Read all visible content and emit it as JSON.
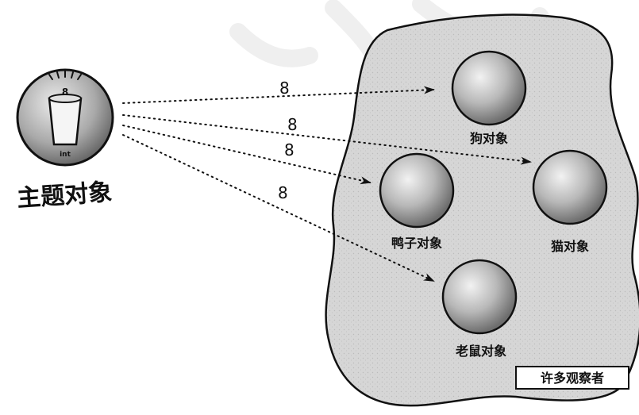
{
  "subject": {
    "label": "主题对象",
    "value": "8",
    "type_label": "int"
  },
  "observers": [
    {
      "id": "dog",
      "label": "狗对象"
    },
    {
      "id": "cat",
      "label": "猫对象"
    },
    {
      "id": "duck",
      "label": "鸭子对象"
    },
    {
      "id": "mouse",
      "label": "老鼠对象"
    }
  ],
  "edges": [
    {
      "from": "subject",
      "to": "dog",
      "label": "8"
    },
    {
      "from": "subject",
      "to": "cat",
      "label": "8"
    },
    {
      "from": "subject",
      "to": "duck",
      "label": "8"
    },
    {
      "from": "subject",
      "to": "mouse",
      "label": "8"
    }
  ],
  "group": {
    "label": "许多观察者"
  },
  "colors": {
    "ink": "#111111",
    "blob_fill": "#d4d4d4",
    "sphere_light": "#e6e6e6",
    "sphere_dark": "#7a7a7a",
    "legend_bg": "#ffffff"
  }
}
